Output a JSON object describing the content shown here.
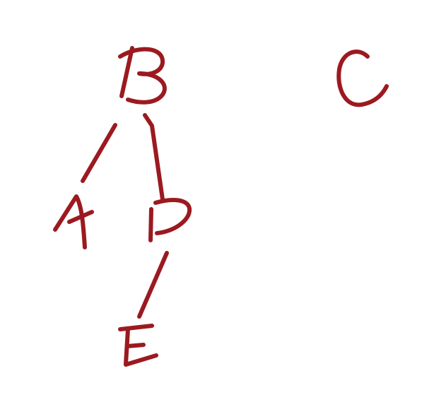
{
  "colors": {
    "ink": "#9b1a20",
    "background": "#ffffff"
  },
  "nodes": [
    {
      "id": "B",
      "label": "B"
    },
    {
      "id": "C",
      "label": "C"
    },
    {
      "id": "A",
      "label": "A"
    },
    {
      "id": "D",
      "label": "D"
    },
    {
      "id": "E",
      "label": "E"
    }
  ],
  "edges": [
    {
      "from": "B",
      "to": "A"
    },
    {
      "from": "B",
      "to": "D"
    },
    {
      "from": "D",
      "to": "E"
    }
  ]
}
